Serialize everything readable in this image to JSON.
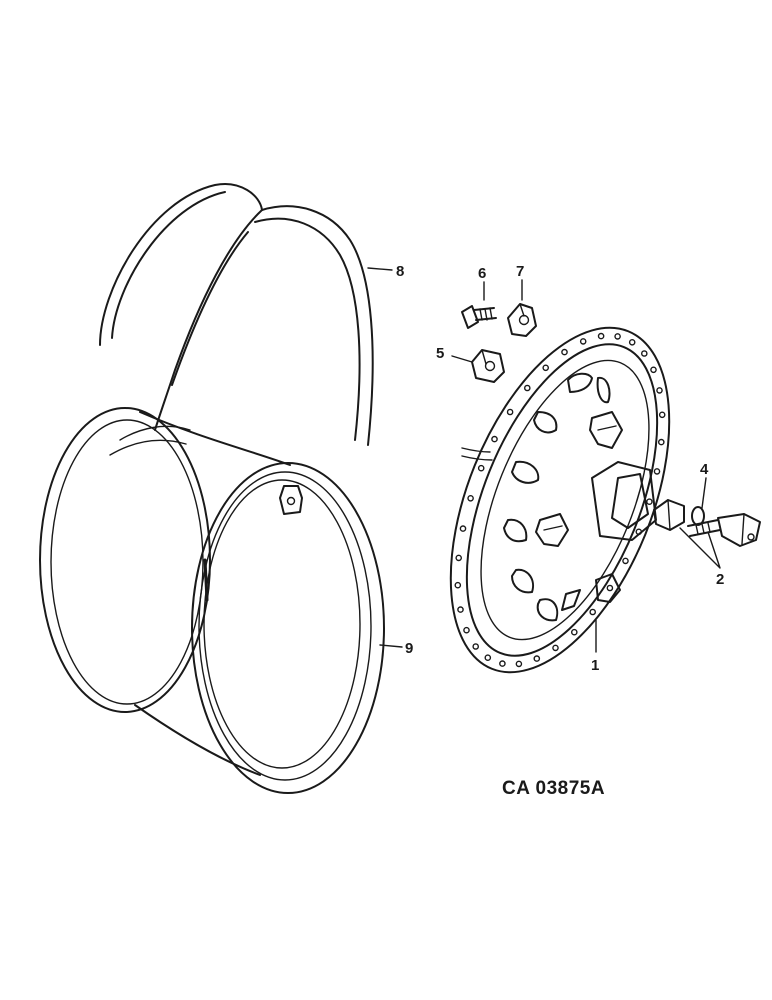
{
  "figure_code": "CA 03875A",
  "callouts": {
    "c1": "1",
    "c2": "2",
    "c4": "4",
    "c5": "5",
    "c6": "6",
    "c7": "7",
    "c8": "8",
    "c9": "9"
  }
}
